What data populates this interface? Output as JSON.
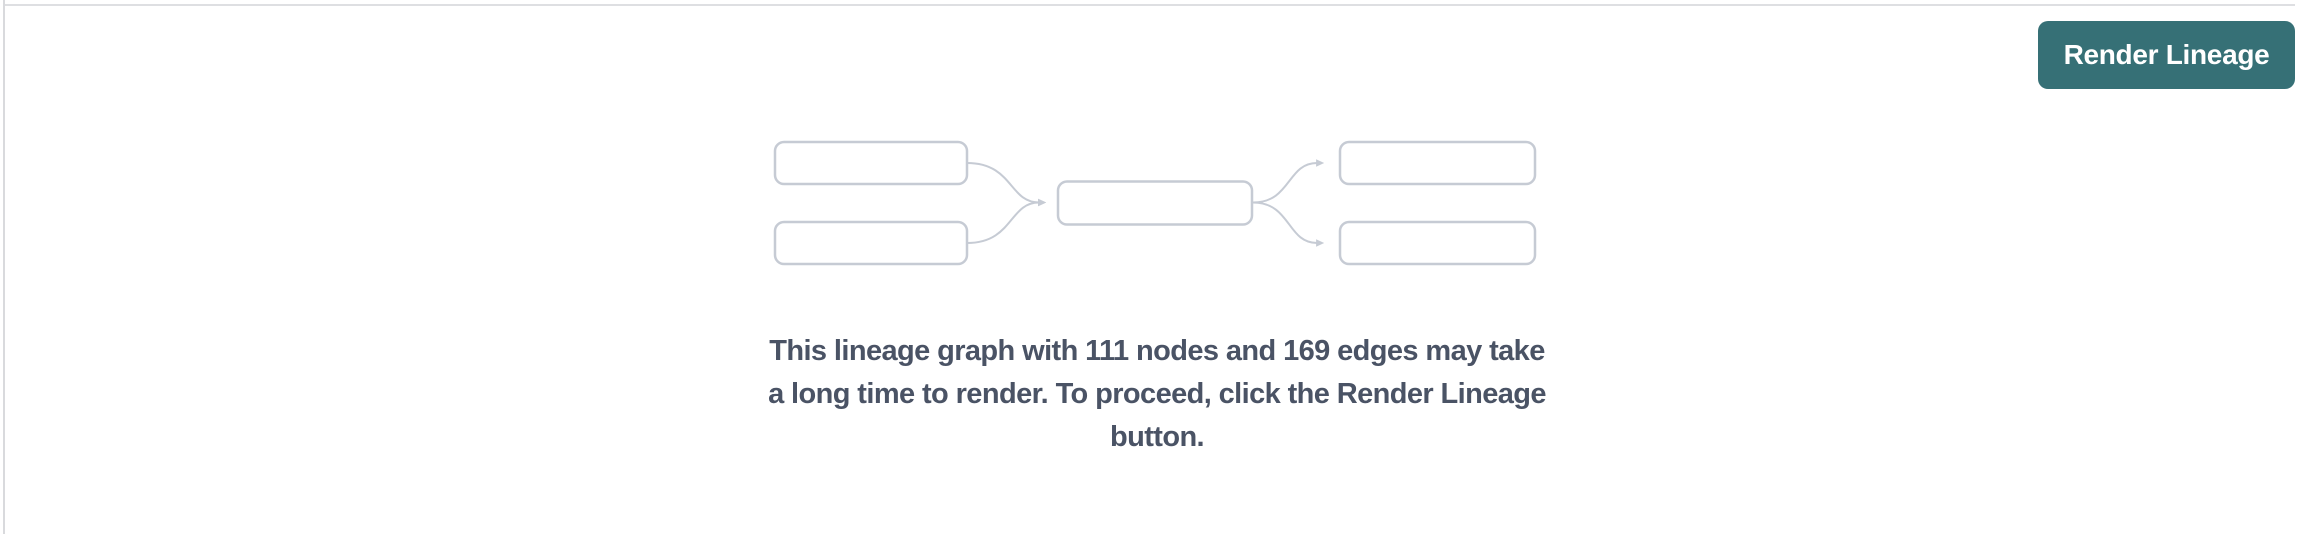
{
  "page": {
    "background_color": "#ffffff",
    "panel_border_color": "#d9dadd"
  },
  "toolbar": {
    "render_lineage_button": {
      "label": "Render Lineage",
      "background_color": "#367076",
      "text_color": "#ffffff"
    }
  },
  "empty_state": {
    "graph_placeholder": {
      "icon": "lineage-graph-placeholder",
      "node_box_count": 5,
      "arrow_count": 4,
      "stroke_color": "#c6cbd4"
    },
    "message": {
      "lines": [
        "This lineage graph with 111 nodes and 169 edges may take",
        "a long time to render. To proceed, click the Render Lineage",
        "button."
      ],
      "node_count": 111,
      "edge_count": 169,
      "text_color": "#4a5365"
    }
  }
}
